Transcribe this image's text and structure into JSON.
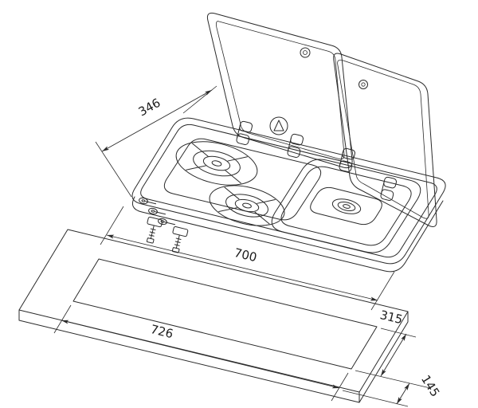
{
  "page": {
    "background_color": "#ffffff",
    "ink_color": "#2b2b2b"
  },
  "drawing": {
    "dimension_labels": [
      "346",
      "726",
      "700",
      "315",
      "145"
    ]
  }
}
